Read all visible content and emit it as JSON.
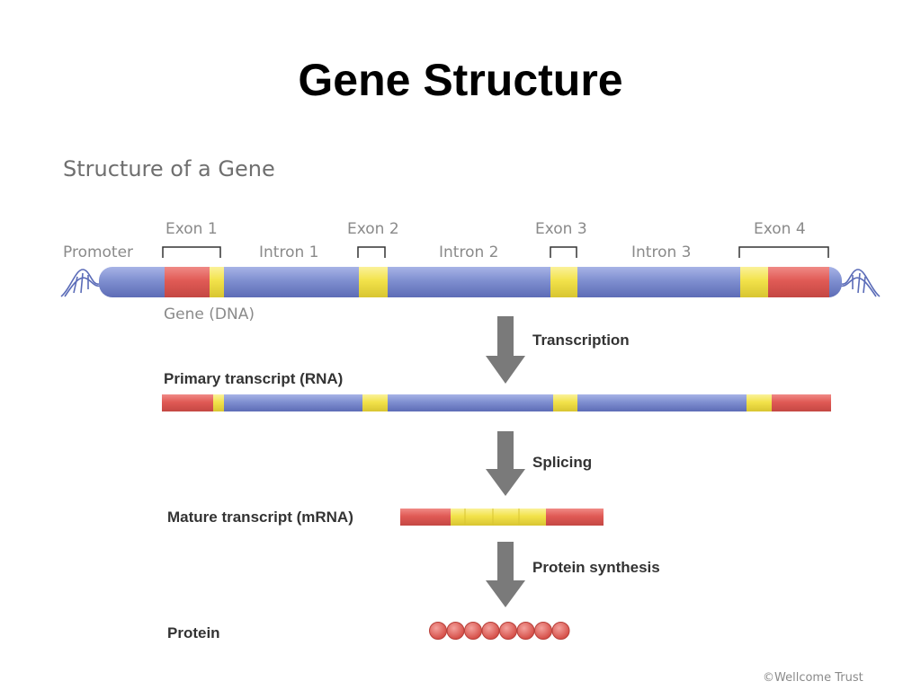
{
  "title": "Gene Structure",
  "diagram": {
    "subtitle": "Structure of a Gene",
    "promoter_label": "Promoter",
    "exons": [
      "Exon 1",
      "Exon 2",
      "Exon 3",
      "Exon 4"
    ],
    "introns": [
      "Intron 1",
      "Intron 2",
      "Intron 3"
    ],
    "gene_label": "Gene (DNA)",
    "steps": [
      "Transcription",
      "Splicing",
      "Protein synthesis"
    ],
    "rows": {
      "primary": "Primary transcript (RNA)",
      "mature": "Mature transcript (mRNA)",
      "protein": "Protein"
    },
    "protein_bead_count": 8,
    "credit": "©Wellcome Trust"
  },
  "colors": {
    "dna_blue": "#7f8fd0",
    "exon_red": "#e05a55",
    "exon_yellow": "#f2e24a",
    "arrow_gray": "#7a7a7a"
  }
}
